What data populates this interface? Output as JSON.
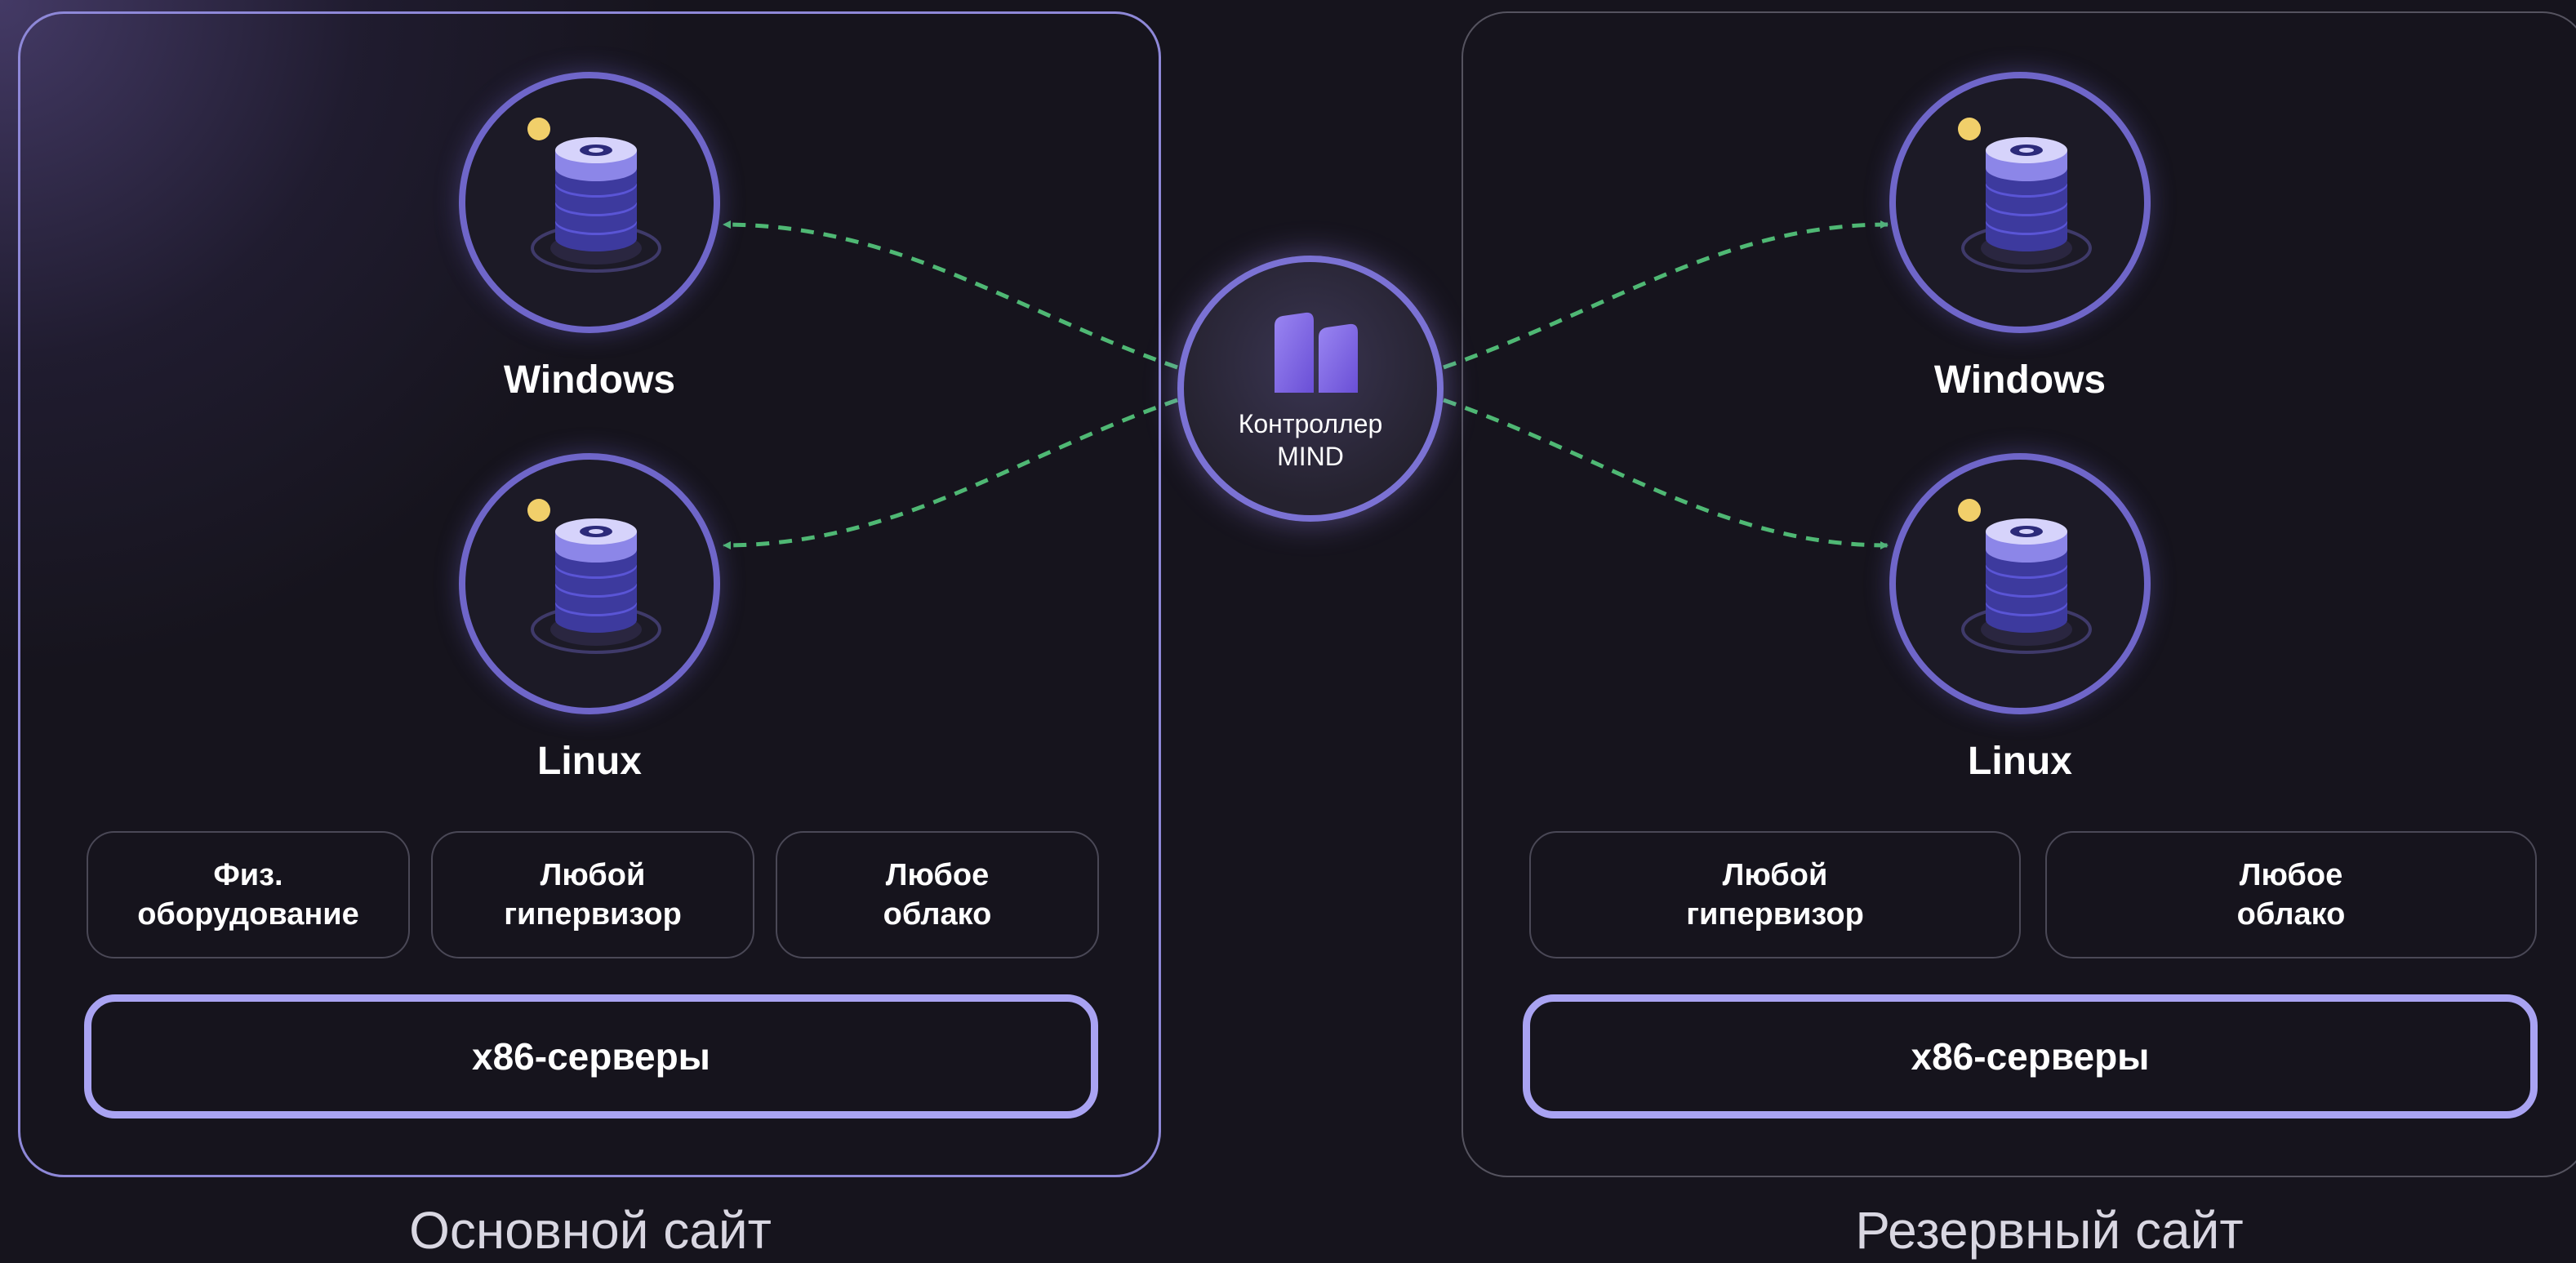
{
  "sites": {
    "primary": {
      "caption": "Основной сайт",
      "nodes": [
        {
          "label": "Windows"
        },
        {
          "label": "Linux"
        }
      ],
      "environments": [
        "Физ.\nоборудование",
        "Любой\nгипервизор",
        "Любое\nоблако"
      ],
      "servers": "x86-серверы"
    },
    "backup": {
      "caption": "Резервный сайт",
      "nodes": [
        {
          "label": "Windows"
        },
        {
          "label": "Linux"
        }
      ],
      "environments": [
        "Любой\nгипервизор",
        "Любое\nоблако"
      ],
      "servers": "x86-серверы"
    }
  },
  "controller": {
    "label_line1": "Контроллер",
    "label_line2": "MIND"
  },
  "icons": {
    "node": "database-stack-icon",
    "status": "status-dot-icon",
    "controller": "mind-logo-icon"
  },
  "colors": {
    "background": "#16141d",
    "node_ring": "#6f66c9",
    "server_bar_border": "#a9a3f2",
    "status_dot": "#f1cf6a",
    "arrow_yellow": "#f3b760",
    "arrow_purple": "#b88ef5",
    "arrow_green_dashed": "#4fb874"
  }
}
